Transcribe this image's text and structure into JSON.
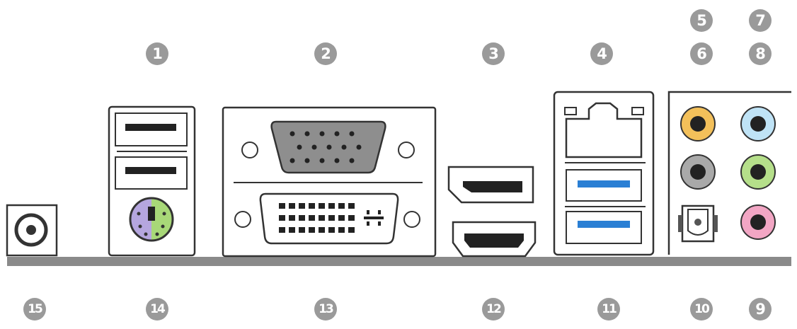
{
  "labels": {
    "n1": "1",
    "n2": "2",
    "n3": "3",
    "n4": "4",
    "n5": "5",
    "n6": "6",
    "n7": "7",
    "n8": "8",
    "n9": "9",
    "n10": "10",
    "n11": "11",
    "n12": "12",
    "n13": "13",
    "n14": "14",
    "n15": "15"
  },
  "colors": {
    "outline": "#333333",
    "baseline": "#8a8a8a",
    "badge": "#9a9a9a",
    "vga_body": "#8e8e8e",
    "usb3_blue": "#2a7fd4",
    "ps2_purple": "#b5a6df",
    "ps2_green": "#a8d878",
    "audio_orange": "#f3c05a",
    "audio_lightblue": "#bfe3f6",
    "audio_gray": "#a9a9a9",
    "audio_green": "#b5df8a",
    "audio_pink": "#f2a6c4"
  }
}
